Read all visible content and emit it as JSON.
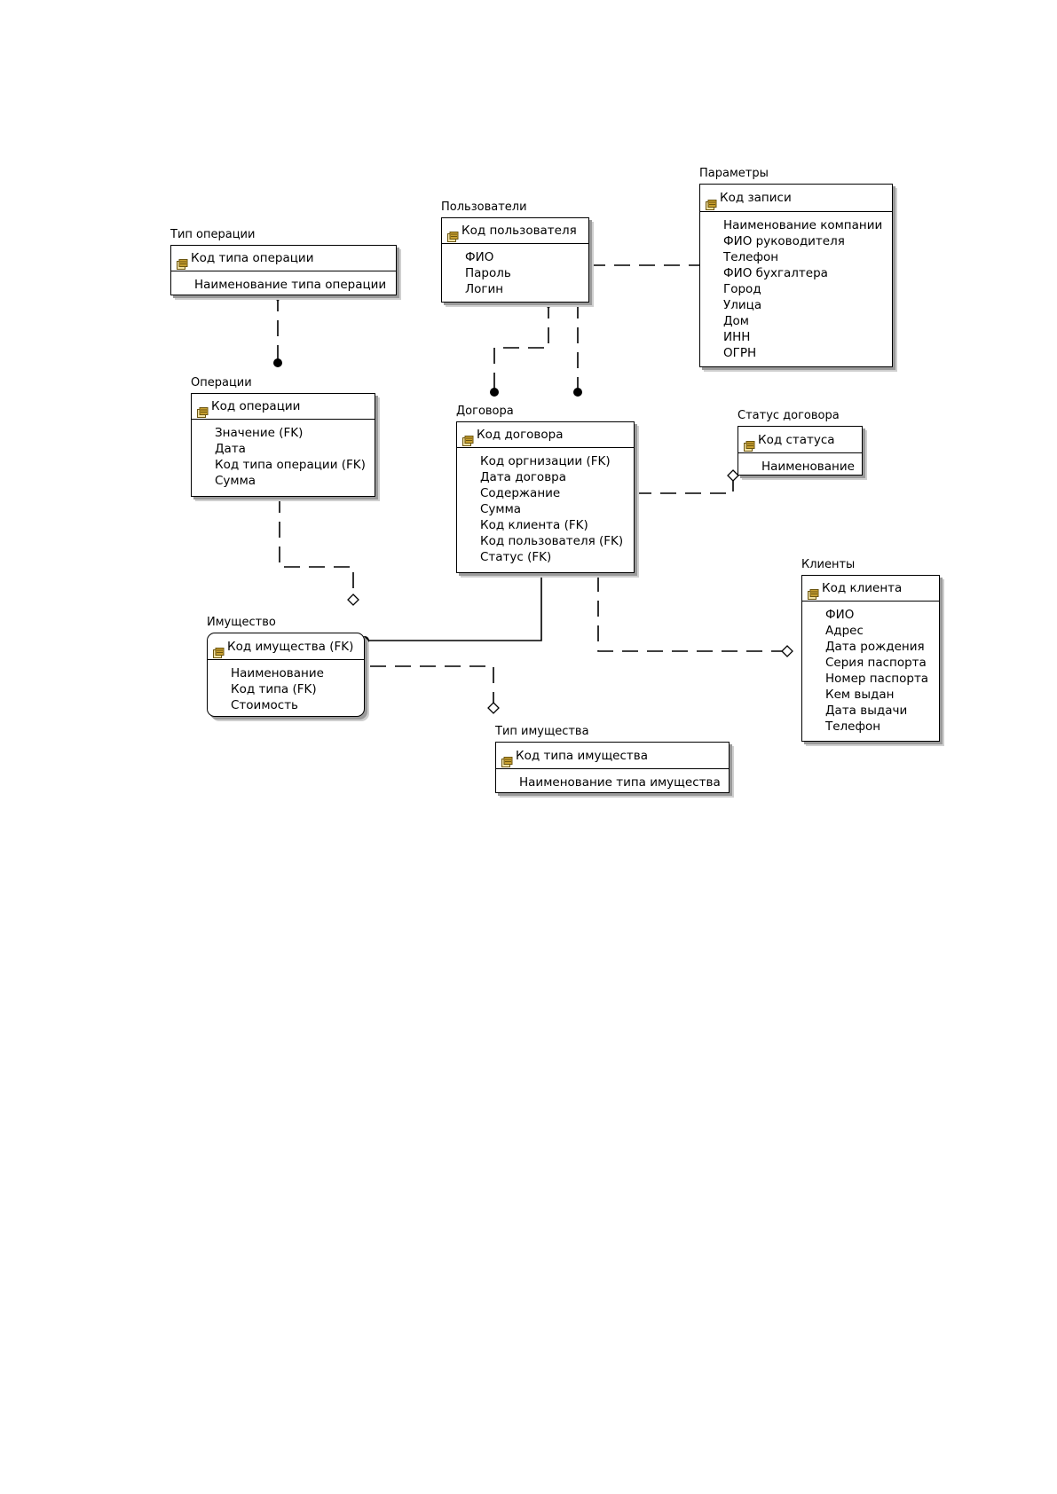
{
  "entities": {
    "tip_operacii": {
      "title": "Тип операции",
      "pk": "Код типа операции",
      "attributes": [
        "Наименование типа операции"
      ]
    },
    "polzovateli": {
      "title": "Пользователи",
      "pk": "Код пользователя",
      "attributes": [
        "ФИО",
        "Пароль",
        "Логин"
      ]
    },
    "parametry": {
      "title": "Параметры",
      "pk": "Код записи",
      "attributes": [
        "Наименование компании",
        "ФИО руководителя",
        "Телефон",
        "ФИО бухгалтера",
        "Город",
        "Улица",
        "Дом",
        "ИНН",
        "ОГРН"
      ]
    },
    "operacii": {
      "title": "Операции",
      "pk": "Код операции",
      "attributes": [
        "Значение (FK)",
        "Дата",
        "Код типа операции (FK)",
        "Сумма"
      ]
    },
    "dogovora": {
      "title": "Договора",
      "pk": "Код договора",
      "attributes": [
        "Код оргнизации (FK)",
        "Дата договра",
        "Содержание",
        "Сумма",
        "Код клиента (FK)",
        "Код пользователя (FK)",
        "Статус (FK)"
      ]
    },
    "status_dogovora": {
      "title": "Статус договора",
      "pk": "Код статуса",
      "attributes": [
        "Наименование"
      ]
    },
    "klienty": {
      "title": "Клиенты",
      "pk": "Код клиента",
      "attributes": [
        "ФИО",
        "Адрес",
        "Дата рождения",
        "Серия паспорта",
        "Номер паспорта",
        "Кем выдан",
        "Дата выдачи",
        "Телефон"
      ]
    },
    "imushchestvo": {
      "title": "Имущество",
      "pk": "Код имущества (FK)",
      "attributes": [
        "Наименование",
        "Код типа (FK)",
        "Стоимость"
      ]
    },
    "tip_imushchestva": {
      "title": "Тип имущества",
      "pk": "Код типа имущества",
      "attributes": [
        "Наименование типа имущества"
      ]
    }
  },
  "relationships": [
    {
      "from": "tip_operacii",
      "to": "operacii",
      "style": "dashed"
    },
    {
      "from": "polzovateli",
      "to": "dogovora",
      "style": "dashed"
    },
    {
      "from": "polzovateli",
      "to": "dogovora",
      "style": "dashed"
    },
    {
      "from": "polzovateli",
      "to": "parametry",
      "style": "dashed"
    },
    {
      "from": "status_dogovora",
      "to": "dogovora",
      "style": "dashed"
    },
    {
      "from": "klienty",
      "to": "dogovora",
      "style": "dashed"
    },
    {
      "from": "dogovora",
      "to": "imushchestvo",
      "style": "solid"
    },
    {
      "from": "imushchestvo",
      "to": "operacii",
      "style": "dashed"
    },
    {
      "from": "tip_imushchestva",
      "to": "imushchestvo",
      "style": "dashed"
    }
  ],
  "colors": {
    "line": "#000000",
    "shadow": "#9a9a9a",
    "key_icon": "#c8a030"
  }
}
